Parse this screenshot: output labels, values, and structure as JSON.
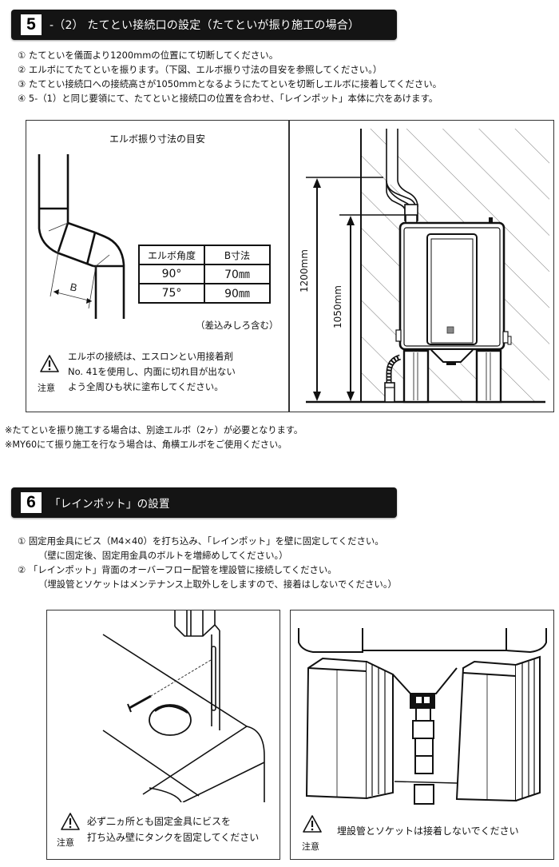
{
  "section5": {
    "number": "5",
    "title": "-（2） たてとい接続口の設定（たてといが振り施工の場合）",
    "steps": [
      "① たてといを儀面より1200mmの位置にて切断してください。",
      "② エルボにてたてといを振ります。（下図、エルボ振り寸法の目安を参照してください。）",
      "③ たてとい接続口への接続高さが1050mmとなるようにたてといを切断しエルボに接着してください。",
      "④ 5-（1）と同じ要領にて、たてといと接続口の位置を合わせ、「レインポット」本体に穴をあけます。"
    ],
    "elbow_panel": {
      "title": "エルボ振り寸法の目安",
      "dimension_label": "B",
      "table": {
        "headers": [
          "エルボ角度",
          "B寸法"
        ],
        "rows": [
          [
            "90°",
            "70㎜"
          ],
          [
            "75°",
            "90㎜"
          ]
        ]
      },
      "table_note": "（差込みしろ含む）",
      "caution": {
        "icon": "warning-triangle-icon",
        "label": "注意",
        "lines": [
          "エルボの接続は、エスロンとい用接着剤",
          "No. 41を使用し、内面に切れ目が出ない",
          "よう全周ひも状に塗布してください。"
        ]
      }
    },
    "install_panel": {
      "dim_1200": "1200mm",
      "dim_1050": "1050mm"
    },
    "footnotes": [
      "※たてといを振り施工する場合は、別途エルボ（2ヶ）が必要となります。",
      "※MY60にて振り施工を行なう場合は、角横エルボをご使用ください。"
    ]
  },
  "section6": {
    "number": "6",
    "title": "「レインポット」の設置",
    "steps": [
      "① 固定用金具にビス（M4×40）を打ち込み、「レインポット」を壁に固定してください。",
      "（壁に固定後、固定用金具のボルトを増締めしてください。）",
      "② 「レインポット」背面のオーバーフロー配管を埋設管に接続してください。",
      "（埋設管とソケットはメンテナンス上取外しをしますので、接着はしないでください。）"
    ],
    "left_panel": {
      "caution": {
        "icon": "warning-triangle-icon",
        "label": "注意",
        "lines": [
          "必ず二ヵ所とも固定金具にビスを",
          "打ち込み壁にタンクを固定してください"
        ]
      }
    },
    "right_panel": {
      "caution": {
        "icon": "warning-triangle-icon",
        "label": "注意",
        "lines": [
          "埋設管とソケットは接着しないでください"
        ]
      }
    }
  }
}
